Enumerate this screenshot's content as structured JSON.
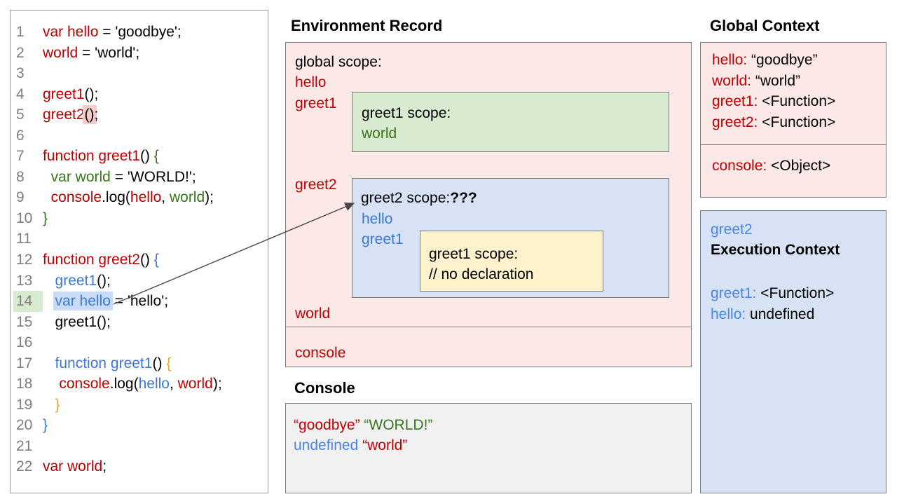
{
  "colors": {
    "red": "#c00000",
    "green": "#38761d",
    "blue": "#3c78d8",
    "blue_light": "#4a86e8",
    "orange": "#f0a441",
    "black": "#000000",
    "line_number": "#7e7e7e",
    "bg_pink": "#fce9e7",
    "bg_green": "#d8eacf",
    "bg_blue": "#d7e3f4",
    "bg_yellow": "#fef2cc",
    "bg_gray": "#f1f1f1",
    "hl_blue": "#c9dcf5",
    "hl_pink": "#f5cccc",
    "hl_green": "#d8eacf",
    "arrow": "#474747"
  },
  "code": {
    "lines": [
      {
        "n": 1,
        "tokens": [
          {
            "t": "var hello",
            "c": "red"
          },
          {
            "t": " = 'goodbye';",
            "c": "black"
          }
        ]
      },
      {
        "n": 2,
        "tokens": [
          {
            "t": "world",
            "c": "red"
          },
          {
            "t": " = 'world';",
            "c": "black"
          }
        ]
      },
      {
        "n": 3,
        "tokens": []
      },
      {
        "n": 4,
        "tokens": [
          {
            "t": "greet1",
            "c": "red"
          },
          {
            "t": "();",
            "c": "black"
          }
        ]
      },
      {
        "n": 5,
        "tokens": [
          {
            "t": "greet2",
            "c": "red"
          },
          {
            "t": "()",
            "c": "black",
            "h": "pink"
          },
          {
            "t": ";",
            "c": "black"
          }
        ]
      },
      {
        "n": 6,
        "tokens": []
      },
      {
        "n": 7,
        "tokens": [
          {
            "t": "function greet1",
            "c": "red"
          },
          {
            "t": "() ",
            "c": "black"
          },
          {
            "t": "{",
            "c": "green"
          }
        ]
      },
      {
        "n": 8,
        "tokens": [
          {
            "t": "  ",
            "c": "black"
          },
          {
            "t": "var world",
            "c": "green"
          },
          {
            "t": " = 'WORLD!';",
            "c": "black"
          }
        ]
      },
      {
        "n": 9,
        "tokens": [
          {
            "t": "  ",
            "c": "black"
          },
          {
            "t": "console",
            "c": "red"
          },
          {
            "t": ".log(",
            "c": "black"
          },
          {
            "t": "hello",
            "c": "red"
          },
          {
            "t": ", ",
            "c": "black"
          },
          {
            "t": "world",
            "c": "green"
          },
          {
            "t": ");",
            "c": "black"
          }
        ]
      },
      {
        "n": 10,
        "tokens": [
          {
            "t": "}",
            "c": "green"
          }
        ]
      },
      {
        "n": 11,
        "tokens": []
      },
      {
        "n": 12,
        "tokens": [
          {
            "t": "function greet2",
            "c": "red"
          },
          {
            "t": "() ",
            "c": "black"
          },
          {
            "t": "{",
            "c": "blue"
          }
        ]
      },
      {
        "n": 13,
        "tokens": [
          {
            "t": "   ",
            "c": "black"
          },
          {
            "t": "greet1",
            "c": "blue"
          },
          {
            "t": "();",
            "c": "black"
          }
        ]
      },
      {
        "n": 14,
        "num_h": true,
        "tokens": [
          {
            "t": "   ",
            "c": "black"
          },
          {
            "t": "var hello",
            "c": "blue",
            "h": "blue"
          },
          {
            "t": " = 'hello';",
            "c": "black"
          }
        ]
      },
      {
        "n": 15,
        "tokens": [
          {
            "t": "   greet1();",
            "c": "black"
          }
        ]
      },
      {
        "n": 16,
        "tokens": []
      },
      {
        "n": 17,
        "tokens": [
          {
            "t": "   ",
            "c": "black"
          },
          {
            "t": "function greet1",
            "c": "blue"
          },
          {
            "t": "() ",
            "c": "black"
          },
          {
            "t": "{",
            "c": "orange"
          }
        ]
      },
      {
        "n": 18,
        "tokens": [
          {
            "t": "    ",
            "c": "black"
          },
          {
            "t": "console",
            "c": "red"
          },
          {
            "t": ".log(",
            "c": "black"
          },
          {
            "t": "hello",
            "c": "blue"
          },
          {
            "t": ", ",
            "c": "black"
          },
          {
            "t": "world",
            "c": "red"
          },
          {
            "t": ");",
            "c": "black"
          }
        ]
      },
      {
        "n": 19,
        "tokens": [
          {
            "t": "   ",
            "c": "black"
          },
          {
            "t": "}",
            "c": "orange"
          }
        ]
      },
      {
        "n": 20,
        "tokens": [
          {
            "t": "}",
            "c": "blue"
          }
        ]
      },
      {
        "n": 21,
        "tokens": []
      },
      {
        "n": 22,
        "tokens": [
          {
            "t": "var world",
            "c": "red"
          },
          {
            "t": ";",
            "c": "black"
          }
        ]
      }
    ]
  },
  "environment_record": {
    "title": "Environment Record",
    "global_scope_label": "global scope:",
    "var_hello": "hello",
    "var_greet1": "greet1",
    "var_greet2": "greet2",
    "var_world": "world",
    "var_console": "console",
    "greet1_scope": {
      "title": "greet1 scope:",
      "var_world": "world"
    },
    "greet2_scope": {
      "title": "greet2 scope:",
      "unknown": "???",
      "var_hello": "hello",
      "var_greet1": "greet1",
      "greet1_scope": {
        "title": "greet1 scope:",
        "comment": "// no declaration"
      }
    }
  },
  "console_panel": {
    "title": "Console",
    "lines": [
      [
        {
          "t": "“goodbye”",
          "c": "red"
        },
        {
          "t": " ",
          "c": "black"
        },
        {
          "t": "“WORLD!”",
          "c": "green"
        }
      ],
      [
        {
          "t": "undefined",
          "c": "blue_light"
        },
        {
          "t": " ",
          "c": "black"
        },
        {
          "t": "“world”",
          "c": "red"
        }
      ]
    ]
  },
  "global_context": {
    "title": "Global Context",
    "entries": [
      {
        "k": "hello:",
        "v": " “goodbye”"
      },
      {
        "k": "world:",
        "v": " “world”"
      },
      {
        "k": "greet1:",
        "v": " <Function>"
      },
      {
        "k": "greet2:",
        "v": " <Function>"
      }
    ],
    "console_entry": {
      "k": "console:",
      "v": " <Object>"
    }
  },
  "execution_context": {
    "fn_name": "greet2",
    "title": "Execution Context",
    "entries": [
      {
        "k": "greet1:",
        "v": " <Function>"
      },
      {
        "k": "hello:",
        "v": " undefined"
      }
    ]
  }
}
